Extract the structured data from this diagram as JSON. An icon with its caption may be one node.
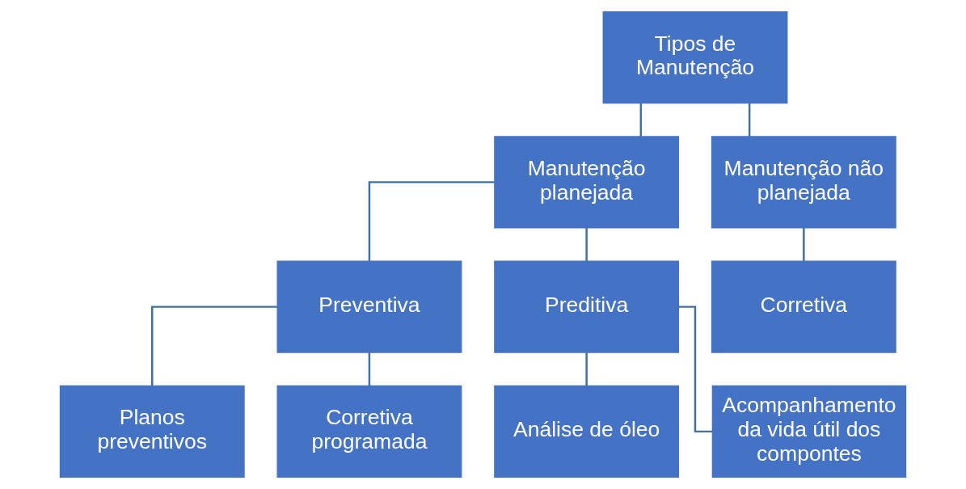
{
  "diagram": {
    "nodes": [
      {
        "text": [
          "Tipos de Manutenção"
        ]
      },
      {
        "text": [
          "Manutenção planejada"
        ]
      },
      {
        "text": [
          "Manutenção não planejada"
        ]
      },
      {
        "text": [
          "Preventiva"
        ]
      },
      {
        "text": [
          "Preditiva"
        ]
      },
      {
        "text": [
          "Corretiva"
        ]
      },
      {
        "text": [
          "Planos preventivos"
        ]
      },
      {
        "text": [
          "Corretiva programada"
        ]
      },
      {
        "text": [
          "Análise de óleo"
        ]
      },
      {
        "text": [
          "Acompanhamento da vida útil dos compontes"
        ]
      }
    ],
    "edges": [
      {
        "from": 0,
        "to": 1,
        "arrow": "none"
      },
      {
        "from": 0,
        "to": 2,
        "arrow": "none"
      },
      {
        "from": 1,
        "to": 3,
        "arrow": "none"
      },
      {
        "from": 1,
        "to": 4,
        "arrow": "none"
      },
      {
        "from": 2,
        "to": 5,
        "arrow": "none"
      },
      {
        "from": 3,
        "to": 6,
        "arrow": "none"
      },
      {
        "from": 3,
        "to": 7,
        "arrow": "none"
      },
      {
        "from": 4,
        "to": 8,
        "arrow": "none"
      },
      {
        "from": 4,
        "to": 9,
        "arrow": "none"
      }
    ]
  }
}
